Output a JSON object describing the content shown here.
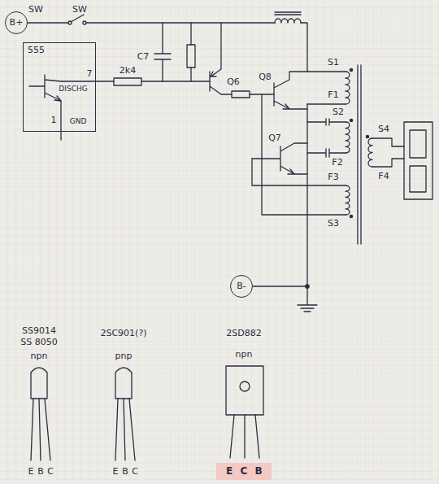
{
  "diagram": {
    "nodes": [
      {
        "text": [
          "B+"
        ]
      },
      {
        "text": [
          "555"
        ]
      },
      {
        "text": [
          "B-"
        ]
      }
    ],
    "labels": [
      "SW",
      "SW",
      "7",
      "DISCHG",
      "1",
      "GND",
      "2k4",
      "C7",
      "Q6",
      "Q8",
      "S1",
      "F1",
      "S2",
      "Q7",
      "F2",
      "F3",
      "S3",
      "S4",
      "F4",
      "SS9014",
      "SS 8050",
      "2SC901(?)",
      "2SD882",
      "npn",
      "pnp",
      "npn",
      "E",
      "B",
      "C",
      "E",
      "B",
      "C",
      "E",
      "C",
      "B"
    ]
  }
}
